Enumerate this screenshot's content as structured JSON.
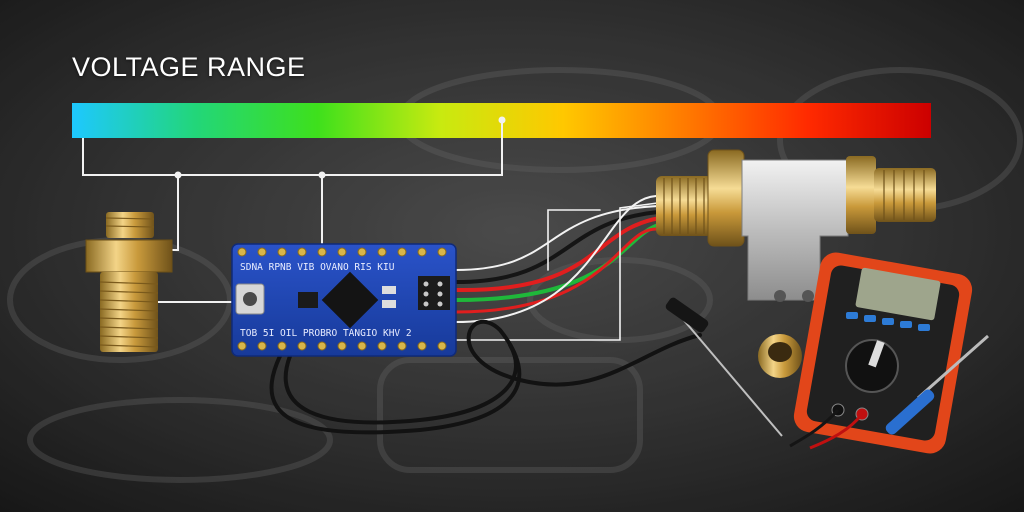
{
  "title": "VOLTAGE RANGE",
  "voltage_bar": {
    "gradient_colors": [
      "#1ec8ff",
      "#22d67a",
      "#3ee01c",
      "#c8ea10",
      "#ffc800",
      "#ff7a00",
      "#ff2a00",
      "#cc0000"
    ]
  },
  "board": {
    "silk_top": "SDNA RPNB VIB OVANO RIS KIU",
    "silk_bottom": "TOB 5I OIL PROBRO TANGIO KHV 2"
  },
  "wire_colors": {
    "red": "#e01e1e",
    "green": "#1fb83a",
    "black": "#151515",
    "white": "#f2f2f2"
  }
}
